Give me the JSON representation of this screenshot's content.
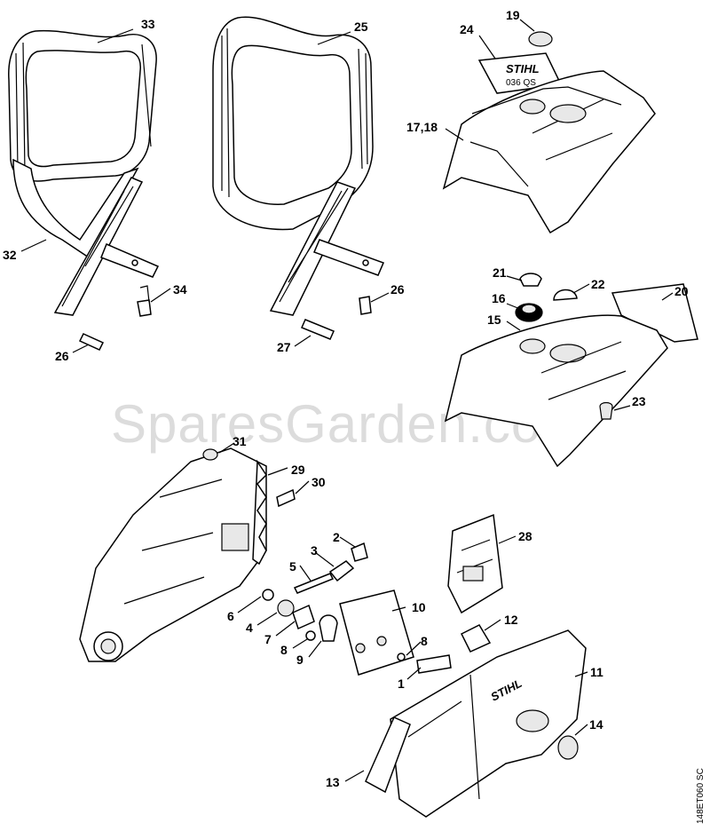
{
  "watermark": "SparesGarden.com",
  "drawing_code": "148ET060 SC",
  "brand_marks": {
    "nameplate": "STIHL",
    "model": "036 QS",
    "sprocket_cover": "STIHL"
  },
  "callouts": {
    "p33": "33",
    "p25": "25",
    "p19": "19",
    "p24": "24",
    "p17_18": "17,18",
    "p32": "32",
    "p34": "34",
    "p26a": "26",
    "p26b": "26",
    "p27": "27",
    "p21": "21",
    "p22": "22",
    "p20": "20",
    "p16": "16",
    "p15": "15",
    "p23": "23",
    "p31": "31",
    "p29": "29",
    "p30": "30",
    "p2": "2",
    "p3": "3",
    "p28": "28",
    "p5": "5",
    "p10": "10",
    "p12": "12",
    "p6": "6",
    "p4": "4",
    "p7": "7",
    "p8a": "8",
    "p8b": "8",
    "p9": "9",
    "p1": "1",
    "p11": "11",
    "p14": "14",
    "p13": "13"
  }
}
